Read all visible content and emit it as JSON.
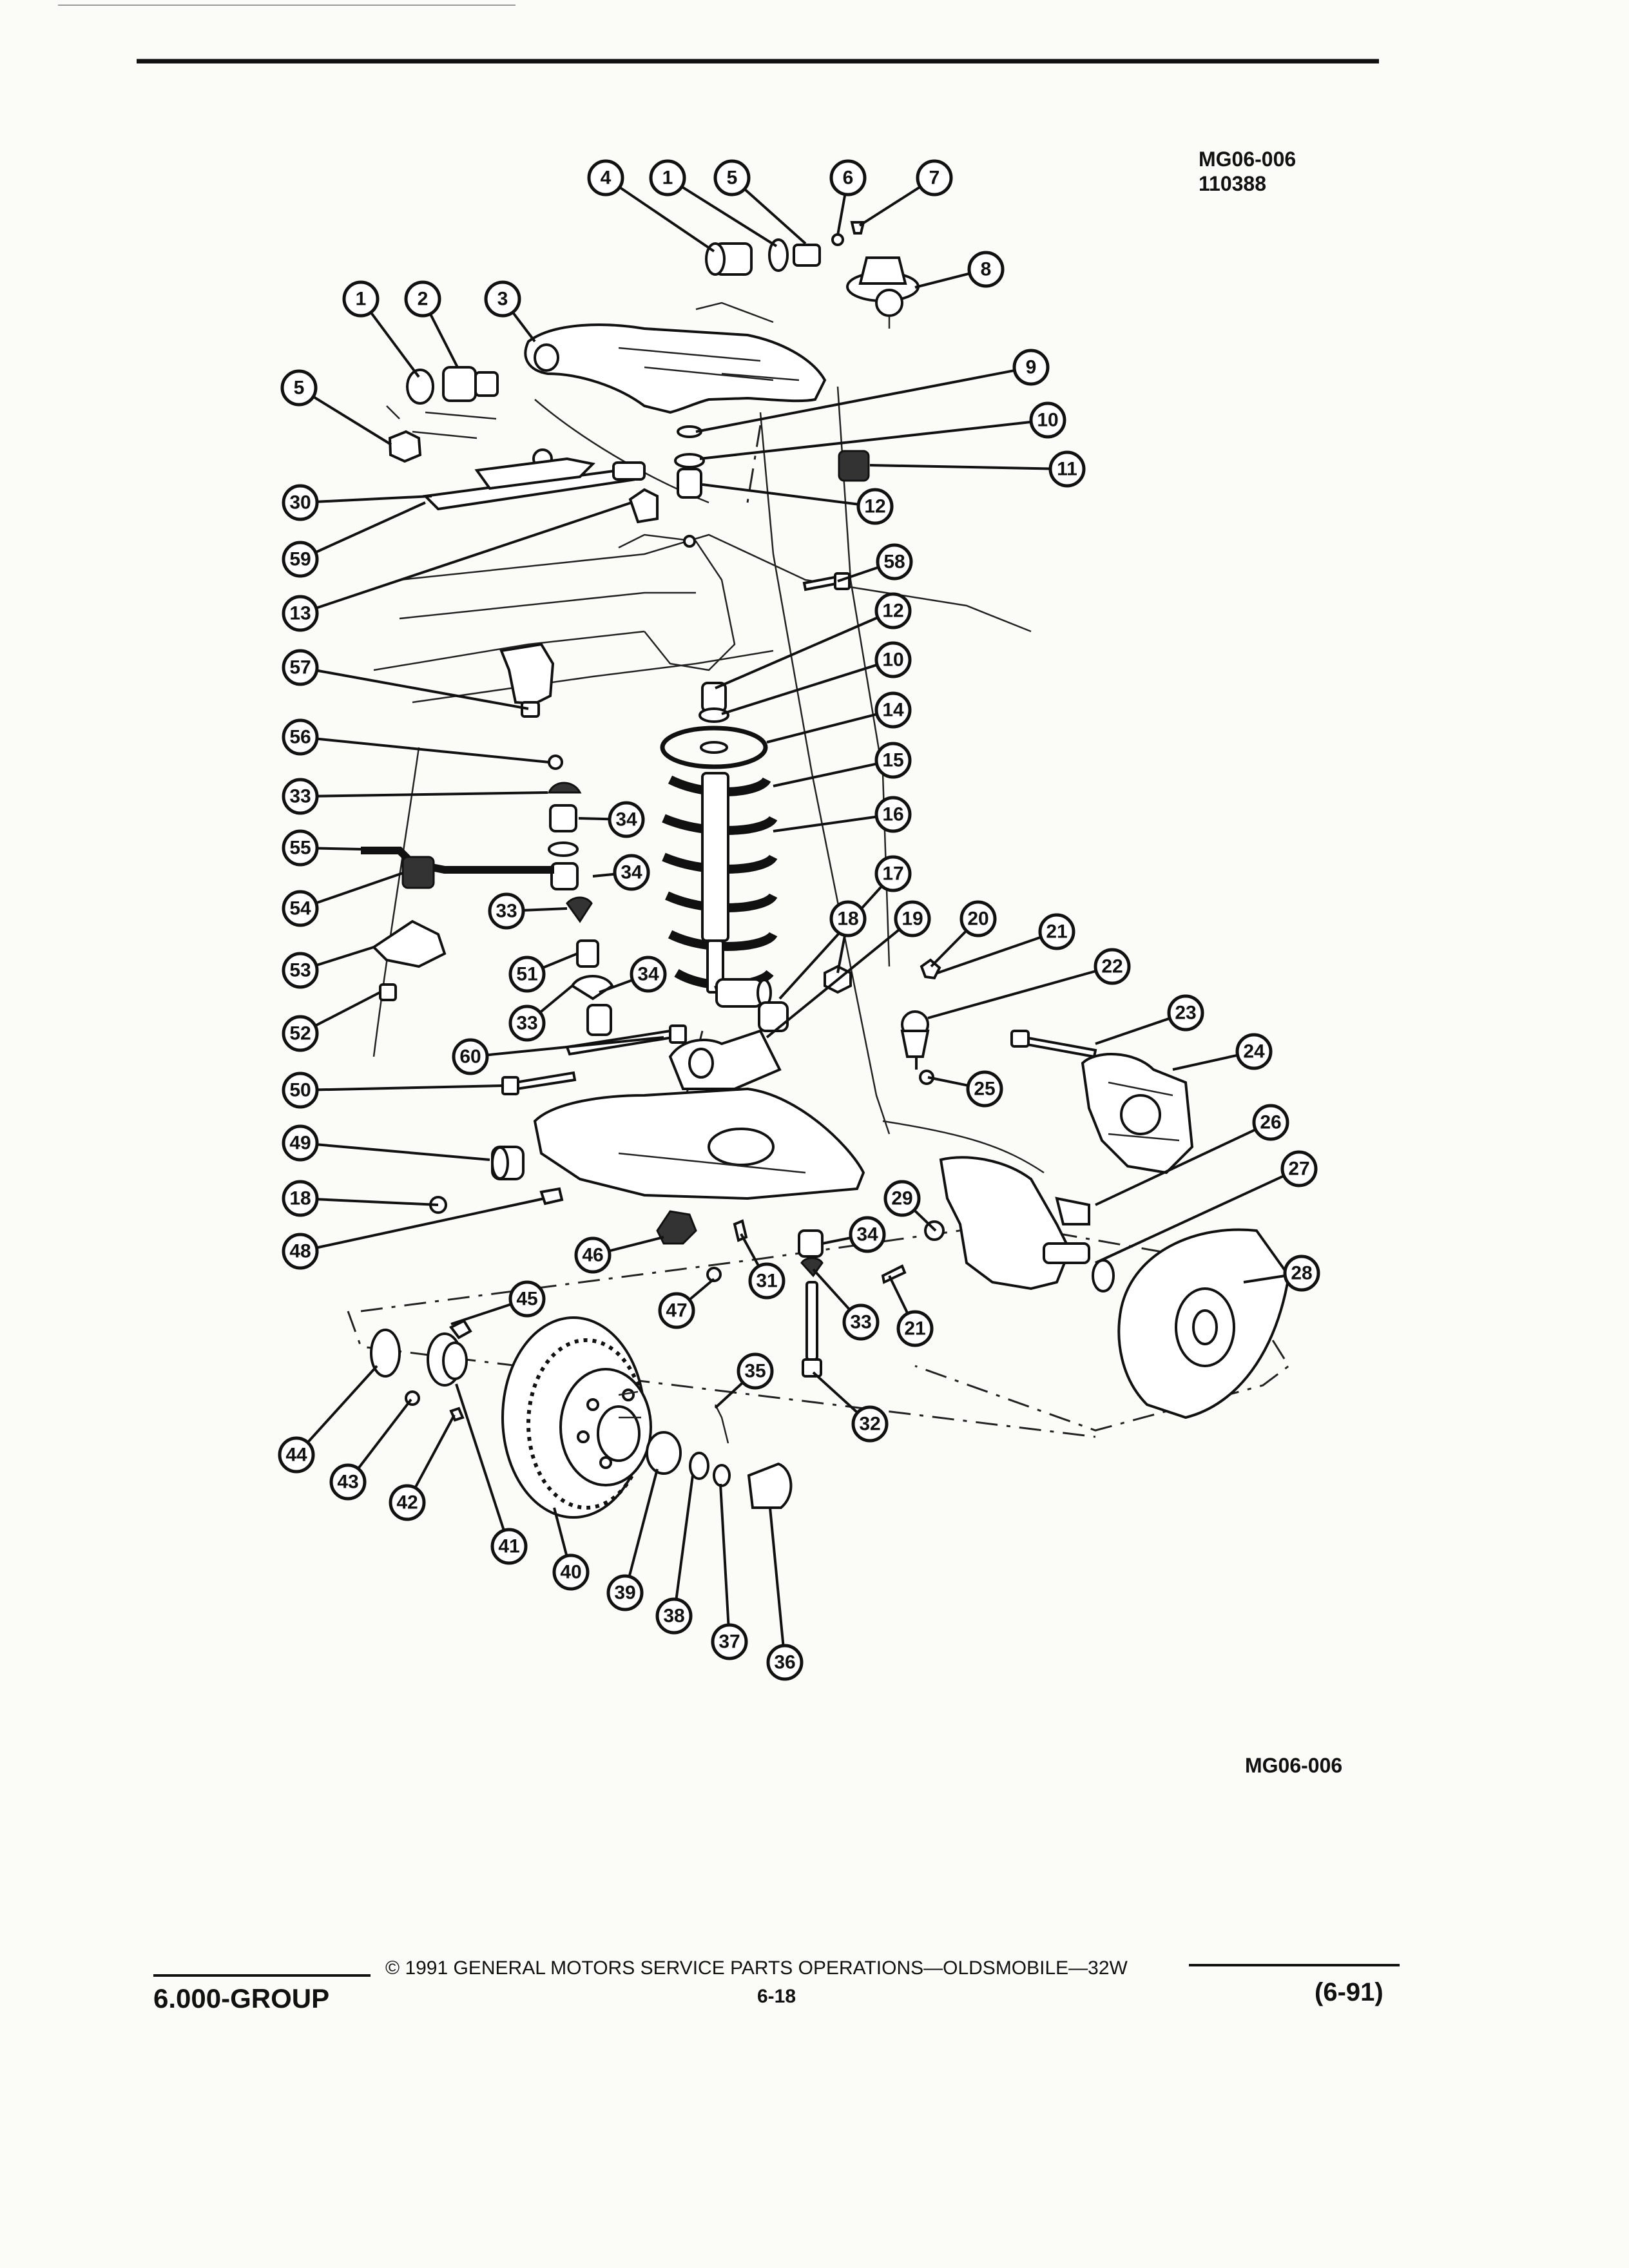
{
  "figure": {
    "code_top": "MG06-006",
    "date_code": "110388",
    "code_bottom": "MG06-006"
  },
  "footer": {
    "group": "6.000-GROUP",
    "copyright": "© 1991 GENERAL MOTORS SERVICE PARTS OPERATIONS—OLDSMOBILE—32W",
    "page": "6-18",
    "revision": "(6-91)"
  },
  "callouts": [
    "4",
    "1",
    "5",
    "6",
    "7",
    "8",
    "1",
    "2",
    "3",
    "5",
    "9",
    "10",
    "11",
    "12",
    "30",
    "59",
    "58",
    "13",
    "12",
    "10",
    "57",
    "14",
    "56",
    "15",
    "33",
    "34",
    "16",
    "55",
    "34",
    "17",
    "18",
    "19",
    "20",
    "21",
    "54",
    "33",
    "53",
    "51",
    "34",
    "33",
    "22",
    "52",
    "60",
    "23",
    "24",
    "50",
    "25",
    "49",
    "26",
    "27",
    "29",
    "18",
    "34",
    "48",
    "46",
    "31",
    "28",
    "33",
    "21",
    "45",
    "47",
    "35",
    "32",
    "44",
    "43",
    "42",
    "41",
    "40",
    "39",
    "38",
    "37",
    "36"
  ]
}
